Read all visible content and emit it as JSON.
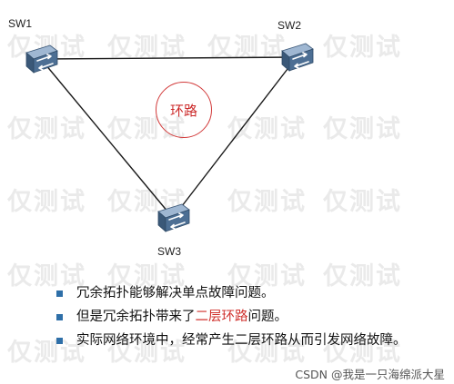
{
  "watermark": {
    "text": "仅测试"
  },
  "diagram": {
    "nodes": [
      {
        "id": "sw1",
        "label": "SW1"
      },
      {
        "id": "sw2",
        "label": "SW2"
      },
      {
        "id": "sw3",
        "label": "SW3"
      }
    ],
    "links": [
      {
        "from": "sw1",
        "to": "sw2"
      },
      {
        "from": "sw1",
        "to": "sw3"
      },
      {
        "from": "sw2",
        "to": "sw3"
      }
    ],
    "loop_label": "环路",
    "colors": {
      "link": "#1a1a1a",
      "switch_body": "#4d6f94",
      "switch_top": "#9fb7d2",
      "accent_red": "#d23a3a"
    },
    "icons": {
      "switch": "network-switch-icon",
      "bullet": "square-bullet-icon"
    }
  },
  "bullets": [
    {
      "text": "冗余拓扑能够解决单点故障问题。"
    },
    {
      "before": "但是冗余拓扑带来了",
      "highlight": "二层环路",
      "after": "问题。"
    },
    {
      "text": "实际网络环境中，经常产生二层环路从而引发网络故障。"
    }
  ],
  "credit": "CSDN @我是一只海绵派大星"
}
